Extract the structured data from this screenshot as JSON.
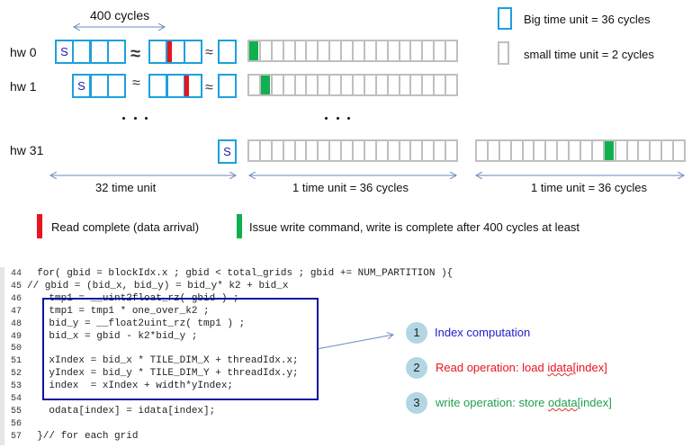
{
  "header": {
    "span_label": "400 cycles"
  },
  "legend": {
    "big_unit": "Big time unit = 36 cycles",
    "small_unit": "small time unit = 2 cycles",
    "read_complete": "Read complete (data arrival)",
    "write_issue": "Issue write command, write is complete after 400 cycles at least"
  },
  "rows": [
    {
      "label": "hw 0",
      "start_label": "S",
      "read_cell": 1,
      "write_cell": 0
    },
    {
      "label": "hw 1",
      "start_label": "S",
      "read_cell": 2,
      "write_cell": 1
    },
    {
      "label": "hw 31",
      "start_label": "S",
      "write_cell_second_block": 11
    }
  ],
  "small_cells_per_unit": 18,
  "axis_labels": {
    "left": "32 time unit",
    "middle": "1 time unit = 36 cycles",
    "right": "1 time unit = 36 cycles"
  },
  "colors": {
    "big": "#1ea0dc",
    "small": "#bfbfbf",
    "read": "#e8141e",
    "write": "#10b050",
    "box": "#0a14a0"
  },
  "code": {
    "lines": [
      {
        "n": "44",
        "text": "  for( gbid = blockIdx.x ; gbid < total_grids ; gbid += NUM_PARTITION ){"
      },
      {
        "n": "45",
        "text": "// gbid = (bid_x, bid_y) = bid_y* k2 + bid_x"
      },
      {
        "n": "46",
        "text": "    tmp1 = __uint2float_rz( gbid ) ;"
      },
      {
        "n": "47",
        "text": "    tmp1 = tmp1 * one_over_k2 ;"
      },
      {
        "n": "48",
        "text": "    bid_y = __float2uint_rz( tmp1 ) ;"
      },
      {
        "n": "49",
        "text": "    bid_x = gbid - k2*bid_y ;"
      },
      {
        "n": "50",
        "text": ""
      },
      {
        "n": "51",
        "text": "    xIndex = bid_x * TILE_DIM_X + threadIdx.x;"
      },
      {
        "n": "52",
        "text": "    yIndex = bid_y * TILE_DIM_Y + threadIdx.y;"
      },
      {
        "n": "53",
        "text": "    index  = xIndex + width*yIndex;"
      },
      {
        "n": "54",
        "text": ""
      },
      {
        "n": "55",
        "text": "    odata[index] = idata[index];"
      },
      {
        "n": "56",
        "text": ""
      },
      {
        "n": "57",
        "text": "  }// for each grid"
      }
    ]
  },
  "steps": [
    {
      "num": "1",
      "text": "Index computation",
      "color": "#2020c8"
    },
    {
      "num": "2",
      "pre": "Read operation: load ",
      "word": "idata",
      "post": "[index]",
      "color": "#e8141e"
    },
    {
      "num": "3",
      "pre": "write operation: store ",
      "word": "odata",
      "post": "[index]",
      "color": "#20a050"
    }
  ]
}
